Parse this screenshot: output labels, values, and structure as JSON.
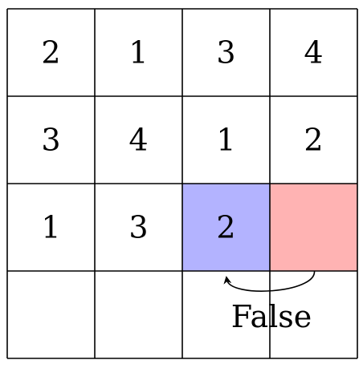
{
  "grid": {
    "rows": [
      [
        "2",
        "1",
        "3",
        "4"
      ],
      [
        "3",
        "4",
        "1",
        "2"
      ],
      [
        "1",
        "3",
        "2",
        ""
      ],
      [
        "",
        "",
        "",
        ""
      ]
    ],
    "highlights": [
      {
        "row": 2,
        "col": 2,
        "role": "compared-cell",
        "color": "#b3b3ff"
      },
      {
        "row": 2,
        "col": 3,
        "role": "current-cell",
        "color": "#ffb3b3"
      }
    ]
  },
  "arrow": {
    "from": {
      "row": 2,
      "col": 3
    },
    "to": {
      "row": 2,
      "col": 2
    },
    "label": "False"
  }
}
